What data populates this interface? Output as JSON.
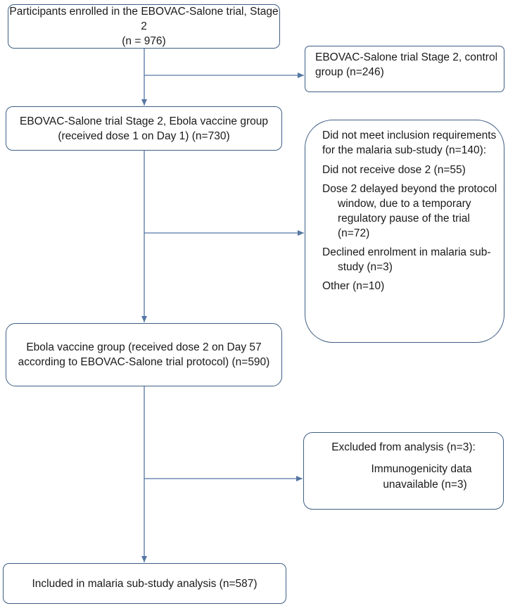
{
  "boxes": {
    "enrolled": {
      "line1": "Participants enrolled in the EBOVAC-Salone trial, Stage 2",
      "line2": "(n = 976)"
    },
    "control": {
      "line1": "EBOVAC-Salone trial Stage 2, control",
      "line2": "group (n=246)"
    },
    "vaccine_dose1": {
      "line1": "EBOVAC-Salone trial Stage 2, Ebola vaccine group",
      "line2": "(received dose 1 on Day 1) (n=730)"
    },
    "not_included": {
      "header": "Did not meet inclusion requirements for the malaria sub-study (n=140):",
      "items": [
        "Did not receive dose 2 (n=55)",
        "Dose 2 delayed beyond the protocol window, due to a temporary regulatory pause of the trial (n=72)",
        "Declined enrolment in malaria sub-study (n=3)",
        "Other (n=10)"
      ]
    },
    "vaccine_dose2": {
      "line1": "Ebola vaccine group (received dose 2 on Day 57",
      "line2": "according to EBOVAC-Salone trial protocol) (n=590)"
    },
    "excluded": {
      "title": "Excluded from analysis (n=3):",
      "reason": "Immunogenicity data unavailable (n=3)"
    },
    "analysis": {
      "label": "Included in malaria sub-study analysis (n=587)"
    }
  },
  "colors": {
    "border": "#3f5f84",
    "arrow": "#5577a3",
    "text": "#1a1a1a"
  }
}
